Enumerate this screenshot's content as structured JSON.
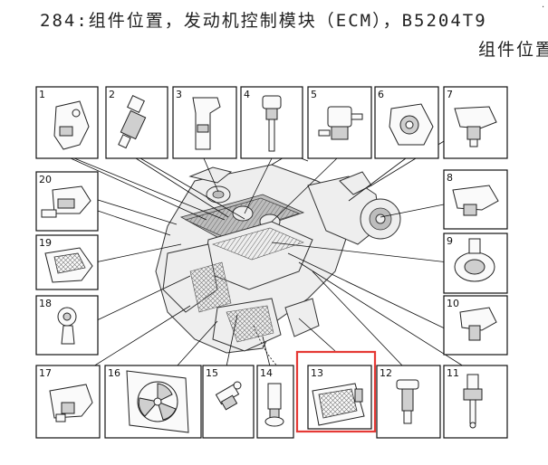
{
  "page": {
    "title_line1": "284:组件位置，发动机控制模块（ECM），B5204T9",
    "title_line2": "组件位置"
  },
  "callouts": [
    "1",
    "2",
    "3",
    "4",
    "5",
    "6",
    "7",
    "8",
    "9",
    "10",
    "11",
    "12",
    "13",
    "14",
    "15",
    "16",
    "17",
    "18",
    "19",
    "20"
  ],
  "highlight": {
    "callout": "13",
    "color": "#e53935"
  },
  "icons": [
    "sensor-icon",
    "injector-icon",
    "pump-icon",
    "ignition-coil-icon",
    "valve-icon",
    "throttle-icon",
    "cooling-fan-icon",
    "control-module-icon"
  ]
}
